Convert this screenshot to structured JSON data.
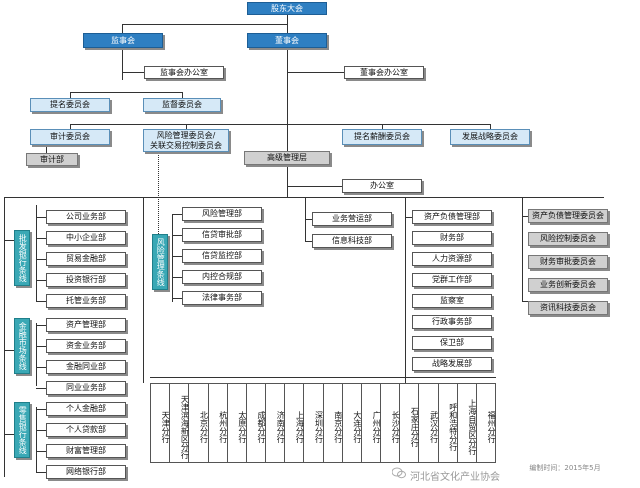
{
  "top": {
    "shareholders": "股东大会",
    "supervisory_board": "监事会",
    "board": "董事会",
    "supervisory_office": "监事会办公室",
    "board_office": "董事会办公室",
    "nomination_committee": "提名委员会",
    "supervision_committee": "监督委员会",
    "audit_committee": "审计委员会",
    "risk_committee_line1": "风险管理委员会/",
    "risk_committee_line2": "关联交易控制委员会",
    "remuneration_committee": "提名薪酬委员会",
    "strategy_committee": "发展战略委员会",
    "audit_dept": "审计部",
    "senior_management": "高级管理层",
    "office": "办公室"
  },
  "wholesale": {
    "label": "批发银行条线",
    "items": [
      "公司业务部",
      "中小企业部",
      "贸易金融部",
      "投资银行部",
      "托管业务部"
    ]
  },
  "financial_market": {
    "label": "金融市场条线",
    "items": [
      "资产管理部",
      "资金业务部",
      "金融同业部",
      "同业业务部"
    ]
  },
  "retail": {
    "label": "零售银行条线",
    "items": [
      "个人金融部",
      "个人贷款部",
      "财富管理部",
      "网络银行部"
    ]
  },
  "risk": {
    "label": "风险管理条线",
    "items": [
      "风险管理部",
      "信贷审批部",
      "信贷监控部",
      "内控合规部",
      "法律事务部"
    ]
  },
  "operations": {
    "items": [
      "业务营运部",
      "信息科技部"
    ]
  },
  "support": {
    "items": [
      "资产负债管理部",
      "财务部",
      "人力资源部",
      "党群工作部",
      "监察室",
      "行政事务部",
      "保卫部",
      "战略发展部"
    ]
  },
  "committees": {
    "items": [
      "资产负债管理委员会",
      "风险控制委员会",
      "财务审批委员会",
      "业务创新委员会",
      "资讯科技委员会"
    ]
  },
  "branches": [
    "天津分行",
    "天津滨海新区分行",
    "北京分行",
    "杭州分行",
    "太原分行",
    "成都分行",
    "济南分行",
    "上海分行",
    "深圳分行",
    "南京分行",
    "大连分行",
    "广州分行",
    "长沙分行",
    "石家庄分行",
    "武汉分行",
    "呼和浩特分行",
    "上海自贸区分行",
    "福州分行"
  ],
  "footer": {
    "date_note": "编制时间：2015年5月",
    "watermark": "河北省文化产业协会"
  },
  "colors": {
    "top_blue": "#2e7fc2",
    "light_blue": "#d6e9f7",
    "gray": "#d0d0d0",
    "teal": "#3aa8b5"
  }
}
